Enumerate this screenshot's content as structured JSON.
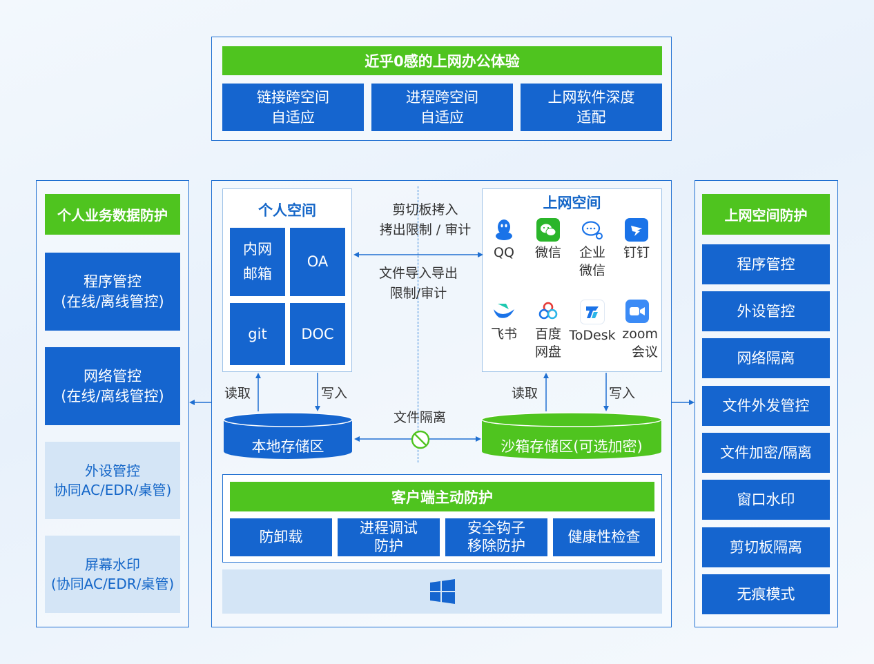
{
  "top": {
    "title": "近乎0感的上网办公体验",
    "boxes": [
      "链接跨空间\n自适应",
      "进程跨空间\n自适应",
      "上网软件深度\n适配"
    ]
  },
  "left": {
    "title": "个人业务数据防护",
    "items": [
      {
        "label": "程序管控\n(在线/离线管控)",
        "style": "blue"
      },
      {
        "label": "网络管控\n(在线/离线管控)",
        "style": "blue"
      },
      {
        "label": "外设管控\n协同AC/EDR/桌管)",
        "style": "pale"
      },
      {
        "label": "屏幕水印\n(协同AC/EDR/桌管)",
        "style": "pale"
      }
    ]
  },
  "right": {
    "title": "上网空间防护",
    "items": [
      "程序管控",
      "外设管控",
      "网络隔离",
      "文件外发管控",
      "文件加密/隔离",
      "窗口水印",
      "剪切板隔离",
      "无痕模式"
    ]
  },
  "personal": {
    "title": "个人空间",
    "tiles": [
      "内网\n邮箱",
      "OA",
      "git",
      "DOC"
    ]
  },
  "internet": {
    "title": "上网空间",
    "apps": [
      {
        "name": "QQ",
        "icon": "qq-icon",
        "color": "#1a73e8"
      },
      {
        "name": "微信",
        "icon": "wechat-icon",
        "color": "#2ab52a"
      },
      {
        "name": "企业\n微信",
        "icon": "wecom-icon",
        "color": "#1a73e8"
      },
      {
        "name": "钉钉",
        "icon": "dingtalk-icon",
        "color": "#1a73e8"
      },
      {
        "name": "飞书",
        "icon": "feishu-icon",
        "color": "#1a73e8"
      },
      {
        "name": "百度\n网盘",
        "icon": "baidu-netdisk-icon",
        "color": "#e53935"
      },
      {
        "name": "ToDesk",
        "icon": "todesk-icon",
        "color": "#1a73e8"
      },
      {
        "name": "zoom\n会议",
        "icon": "zoom-icon",
        "color": "#3b8bf6"
      }
    ]
  },
  "middle": {
    "clipboard": "剪切板拷入\n拷出限制 / 审计",
    "file_io": "文件导入导出\n限制/审计",
    "read": "读取",
    "write": "写入",
    "isolation": "文件隔离"
  },
  "storage": {
    "local": "本地存储区",
    "sandbox": "沙箱存储区(可选加密)"
  },
  "client": {
    "title": "客户端主动防护",
    "items": [
      "防卸载",
      "进程调试\n防护",
      "安全钩子\n移除防护",
      "健康性检查"
    ]
  },
  "os": {
    "icon": "windows-logo-icon"
  },
  "colors": {
    "green": "#4fc41f",
    "blue": "#1565cf",
    "pale": "#d4e5f6",
    "frame": "#1f6fd1"
  }
}
